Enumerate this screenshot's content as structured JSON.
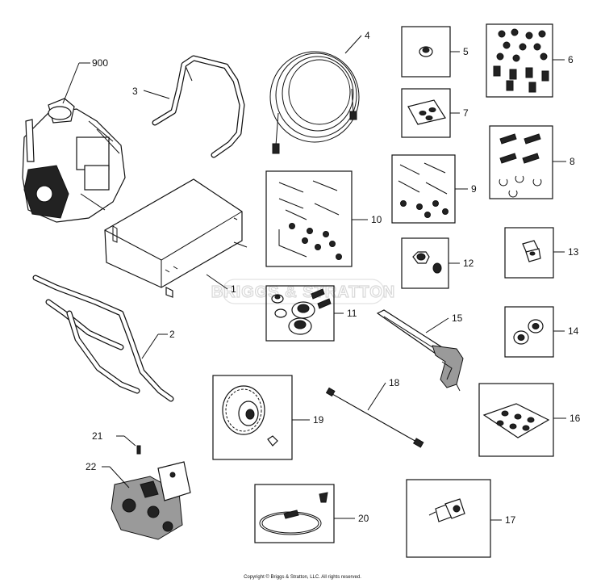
{
  "callouts": {
    "p1": "1",
    "p2": "2",
    "p3": "3",
    "p4": "4",
    "p5": "5",
    "p6": "6",
    "p7": "7",
    "p8": "8",
    "p9": "9",
    "p10": "10",
    "p11": "11",
    "p12": "12",
    "p13": "13",
    "p14": "14",
    "p15": "15",
    "p16": "16",
    "p17": "17",
    "p18": "18",
    "p19": "19",
    "p20": "20",
    "p21": "21",
    "p22": "22",
    "p900": "900"
  },
  "watermark": "BRIGGS & STRATTON",
  "copyright": "Copyright © Briggs & Stratton, LLC. All rights reserved."
}
